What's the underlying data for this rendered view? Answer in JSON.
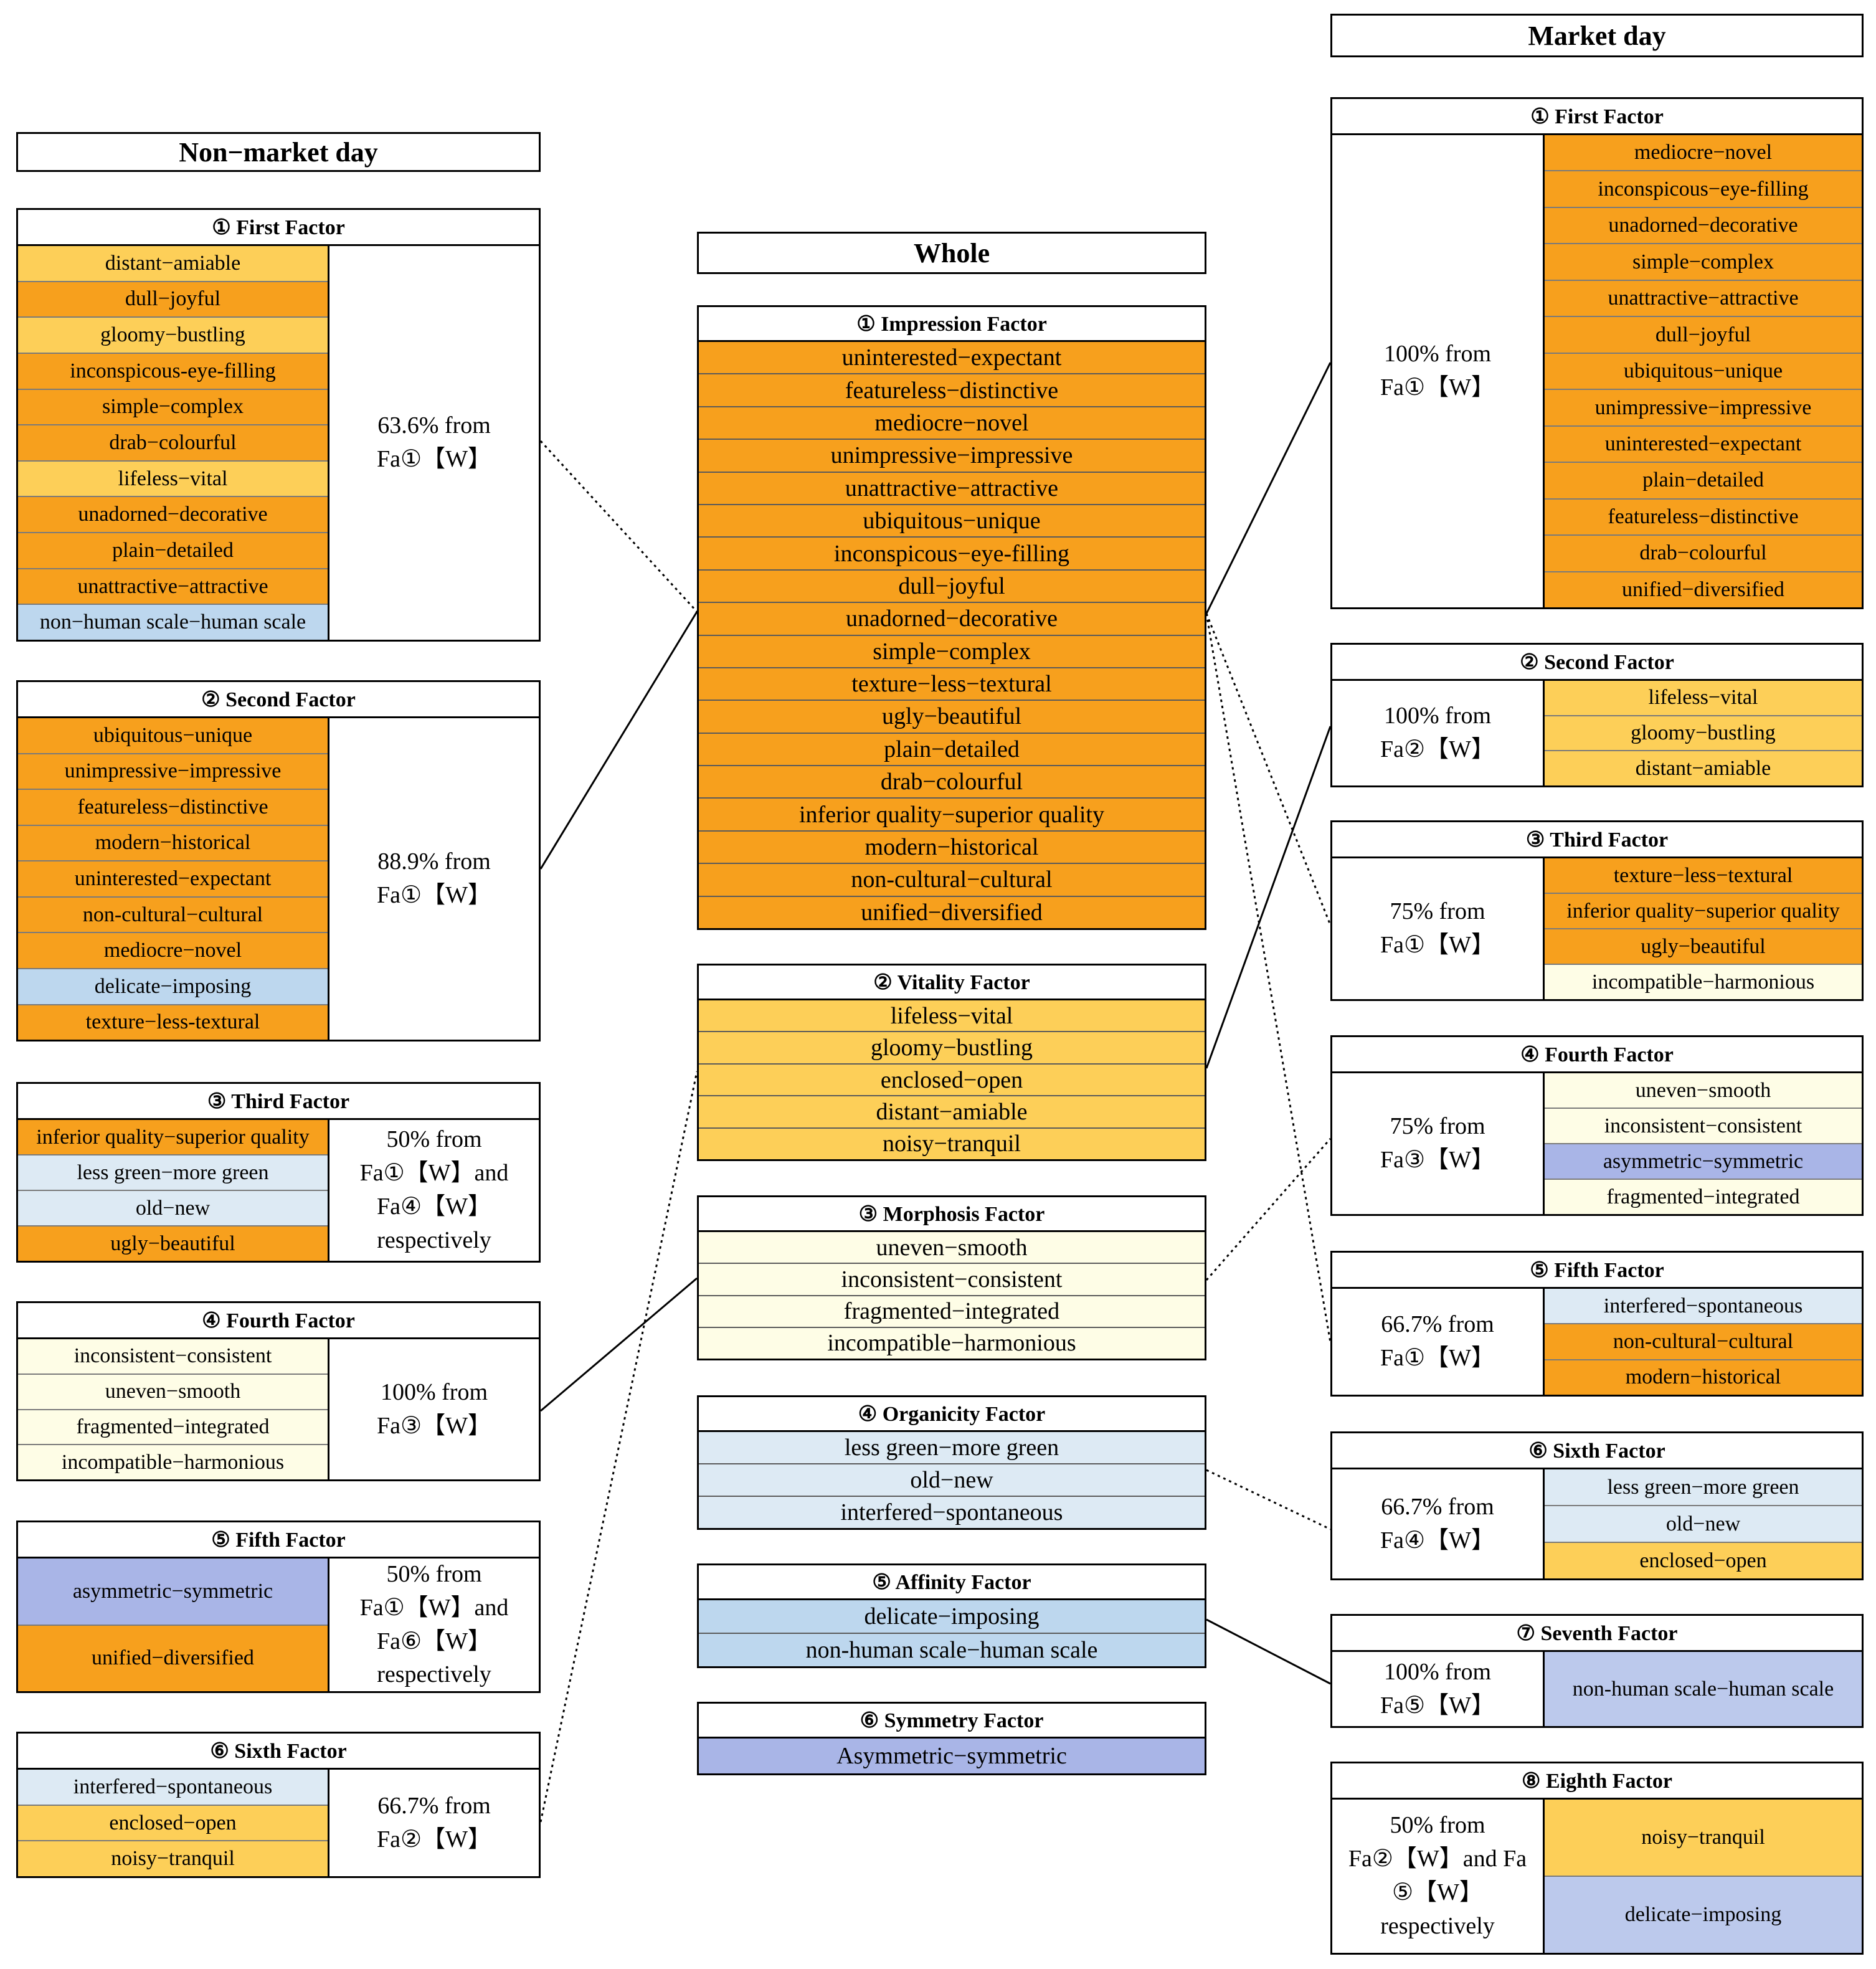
{
  "headers": {
    "non_market": "Non−market day",
    "whole": "Whole",
    "market": "Market day"
  },
  "palette": {
    "orange": "#f7a01d",
    "yellow": "#fdcf58",
    "cream": "#fefde6",
    "light_blue": "#ddeaf4",
    "mid_blue": "#bdd7ee",
    "purple": "#a9b5e7",
    "light_purple": "#bcc9ec"
  },
  "non_market": [
    {
      "title": "① First Factor",
      "note_lines": [
        "63.6% from",
        "Fa①【W】"
      ],
      "items": [
        {
          "label": "distant−amiable",
          "color": "yellow"
        },
        {
          "label": "dull−joyful",
          "color": "orange"
        },
        {
          "label": "gloomy−bustling",
          "color": "yellow"
        },
        {
          "label": "inconspicous-eye-filling",
          "color": "orange"
        },
        {
          "label": "simple−complex",
          "color": "orange"
        },
        {
          "label": "drab−colourful",
          "color": "orange"
        },
        {
          "label": "lifeless−vital",
          "color": "yellow"
        },
        {
          "label": "unadorned−decorative",
          "color": "orange"
        },
        {
          "label": "plain−detailed",
          "color": "orange"
        },
        {
          "label": "unattractive−attractive",
          "color": "orange"
        },
        {
          "label": "non−human scale−human scale",
          "color": "mid_blue"
        }
      ]
    },
    {
      "title": "② Second Factor",
      "note_lines": [
        "88.9% from",
        "Fa①【W】"
      ],
      "items": [
        {
          "label": "ubiquitous−unique",
          "color": "orange"
        },
        {
          "label": "unimpressive−impressive",
          "color": "orange"
        },
        {
          "label": "featureless−distinctive",
          "color": "orange"
        },
        {
          "label": "modern−historical",
          "color": "orange"
        },
        {
          "label": "uninterested−expectant",
          "color": "orange"
        },
        {
          "label": "non-cultural−cultural",
          "color": "orange"
        },
        {
          "label": "mediocre−novel",
          "color": "orange"
        },
        {
          "label": "delicate−imposing",
          "color": "mid_blue"
        },
        {
          "label": "texture−less-textural",
          "color": "orange"
        }
      ]
    },
    {
      "title": "③ Third Factor",
      "note_lines": [
        "50% from",
        "Fa①【W】and",
        "Fa④【W】",
        "respectively"
      ],
      "items": [
        {
          "label": "inferior quality−superior quality",
          "color": "orange"
        },
        {
          "label": "less green−more green",
          "color": "light_blue"
        },
        {
          "label": "old−new",
          "color": "light_blue"
        },
        {
          "label": "ugly−beautiful",
          "color": "orange"
        }
      ]
    },
    {
      "title": "④ Fourth Factor",
      "note_lines": [
        "100% from",
        "Fa③【W】"
      ],
      "items": [
        {
          "label": "inconsistent−consistent",
          "color": "cream"
        },
        {
          "label": "uneven−smooth",
          "color": "cream"
        },
        {
          "label": "fragmented−integrated",
          "color": "cream"
        },
        {
          "label": "incompatible−harmonious",
          "color": "cream"
        }
      ]
    },
    {
      "title": "⑤ Fifth Factor",
      "note_lines": [
        "50% from",
        "Fa①【W】and",
        "Fa⑥【W】",
        "respectively"
      ],
      "items": [
        {
          "label": "asymmetric−symmetric",
          "color": "purple"
        },
        {
          "label": "unified−diversified",
          "color": "orange"
        }
      ]
    },
    {
      "title": "⑥ Sixth Factor",
      "note_lines": [
        "66.7% from",
        "Fa②【W】"
      ],
      "items": [
        {
          "label": "interfered−spontaneous",
          "color": "light_blue"
        },
        {
          "label": "enclosed−open",
          "color": "yellow"
        },
        {
          "label": "noisy−tranquil",
          "color": "yellow"
        }
      ]
    }
  ],
  "whole": [
    {
      "title": "① Impression Factor",
      "items": [
        {
          "label": "uninterested−expectant",
          "color": "orange"
        },
        {
          "label": "featureless−distinctive",
          "color": "orange"
        },
        {
          "label": "mediocre−novel",
          "color": "orange"
        },
        {
          "label": "unimpressive−impressive",
          "color": "orange"
        },
        {
          "label": "unattractive−attractive",
          "color": "orange"
        },
        {
          "label": "ubiquitous−unique",
          "color": "orange"
        },
        {
          "label": "inconspicous−eye-filling",
          "color": "orange"
        },
        {
          "label": "dull−joyful",
          "color": "orange"
        },
        {
          "label": "unadorned−decorative",
          "color": "orange"
        },
        {
          "label": "simple−complex",
          "color": "orange"
        },
        {
          "label": "texture−less−textural",
          "color": "orange"
        },
        {
          "label": "ugly−beautiful",
          "color": "orange"
        },
        {
          "label": "plain−detailed",
          "color": "orange"
        },
        {
          "label": "drab−colourful",
          "color": "orange"
        },
        {
          "label": "inferior quality−superior quality",
          "color": "orange"
        },
        {
          "label": "modern−historical",
          "color": "orange"
        },
        {
          "label": "non-cultural−cultural",
          "color": "orange"
        },
        {
          "label": "unified−diversified",
          "color": "orange"
        }
      ]
    },
    {
      "title": "② Vitality Factor",
      "items": [
        {
          "label": "lifeless−vital",
          "color": "yellow"
        },
        {
          "label": "gloomy−bustling",
          "color": "yellow"
        },
        {
          "label": "enclosed−open",
          "color": "yellow"
        },
        {
          "label": "distant−amiable",
          "color": "yellow"
        },
        {
          "label": "noisy−tranquil",
          "color": "yellow"
        }
      ]
    },
    {
      "title": "③ Morphosis Factor",
      "items": [
        {
          "label": "uneven−smooth",
          "color": "cream"
        },
        {
          "label": "inconsistent−consistent",
          "color": "cream"
        },
        {
          "label": "fragmented−integrated",
          "color": "cream"
        },
        {
          "label": "incompatible−harmonious",
          "color": "cream"
        }
      ]
    },
    {
      "title": "④ Organicity Factor",
      "items": [
        {
          "label": "less green−more green",
          "color": "light_blue"
        },
        {
          "label": "old−new",
          "color": "light_blue"
        },
        {
          "label": "interfered−spontaneous",
          "color": "light_blue"
        }
      ]
    },
    {
      "title": "⑤ Affinity Factor",
      "items": [
        {
          "label": "delicate−imposing",
          "color": "mid_blue"
        },
        {
          "label": "non-human scale−human scale",
          "color": "mid_blue"
        }
      ]
    },
    {
      "title": "⑥ Symmetry Factor",
      "items": [
        {
          "label": "Asymmetric−symmetric",
          "color": "purple"
        }
      ]
    }
  ],
  "market": [
    {
      "title": "① First Factor",
      "note_lines": [
        "100% from",
        "Fa①【W】"
      ],
      "items": [
        {
          "label": "mediocre−novel",
          "color": "orange"
        },
        {
          "label": "inconspicous−eye-filling",
          "color": "orange"
        },
        {
          "label": "unadorned−decorative",
          "color": "orange"
        },
        {
          "label": "simple−complex",
          "color": "orange"
        },
        {
          "label": "unattractive−attractive",
          "color": "orange"
        },
        {
          "label": "dull−joyful",
          "color": "orange"
        },
        {
          "label": "ubiquitous−unique",
          "color": "orange"
        },
        {
          "label": "unimpressive−impressive",
          "color": "orange"
        },
        {
          "label": "uninterested−expectant",
          "color": "orange"
        },
        {
          "label": "plain−detailed",
          "color": "orange"
        },
        {
          "label": "featureless−distinctive",
          "color": "orange"
        },
        {
          "label": "drab−colourful",
          "color": "orange"
        },
        {
          "label": "unified−diversified",
          "color": "orange"
        }
      ]
    },
    {
      "title": "② Second Factor",
      "note_lines": [
        "100% from",
        "Fa②【W】"
      ],
      "items": [
        {
          "label": "lifeless−vital",
          "color": "yellow"
        },
        {
          "label": "gloomy−bustling",
          "color": "yellow"
        },
        {
          "label": "distant−amiable",
          "color": "yellow"
        }
      ]
    },
    {
      "title": "③ Third Factor",
      "note_lines": [
        "75% from",
        "Fa①【W】"
      ],
      "items": [
        {
          "label": "texture−less−textural",
          "color": "orange"
        },
        {
          "label": "inferior quality−superior quality",
          "color": "orange"
        },
        {
          "label": "ugly−beautiful",
          "color": "orange"
        },
        {
          "label": "incompatible−harmonious",
          "color": "cream"
        }
      ]
    },
    {
      "title": "④ Fourth Factor",
      "note_lines": [
        "75% from",
        "Fa③【W】"
      ],
      "items": [
        {
          "label": "uneven−smooth",
          "color": "cream"
        },
        {
          "label": "inconsistent−consistent",
          "color": "cream"
        },
        {
          "label": "asymmetric−symmetric",
          "color": "purple"
        },
        {
          "label": "fragmented−integrated",
          "color": "cream"
        }
      ]
    },
    {
      "title": "⑤ Fifth Factor",
      "note_lines": [
        "66.7% from",
        "Fa①【W】"
      ],
      "items": [
        {
          "label": "interfered−spontaneous",
          "color": "light_blue"
        },
        {
          "label": "non-cultural−cultural",
          "color": "orange"
        },
        {
          "label": "modern−historical",
          "color": "orange"
        }
      ]
    },
    {
      "title": "⑥ Sixth Factor",
      "note_lines": [
        "66.7% from",
        "Fa④【W】"
      ],
      "items": [
        {
          "label": "less green−more green",
          "color": "light_blue"
        },
        {
          "label": "old−new",
          "color": "light_blue"
        },
        {
          "label": "enclosed−open",
          "color": "yellow"
        }
      ]
    },
    {
      "title": "⑦ Seventh Factor",
      "note_lines": [
        "100% from",
        "Fa⑤【W】"
      ],
      "items": [
        {
          "label": "non-human scale−human scale",
          "color": "light_purple"
        }
      ]
    },
    {
      "title": "⑧ Eighth Factor",
      "note_lines": [
        "50% from",
        "Fa②【W】and Fa",
        "⑤【W】",
        "respectively"
      ],
      "items": [
        {
          "label": "noisy−tranquil",
          "color": "yellow"
        },
        {
          "label": "delicate−imposing",
          "color": "light_purple"
        }
      ]
    }
  ]
}
